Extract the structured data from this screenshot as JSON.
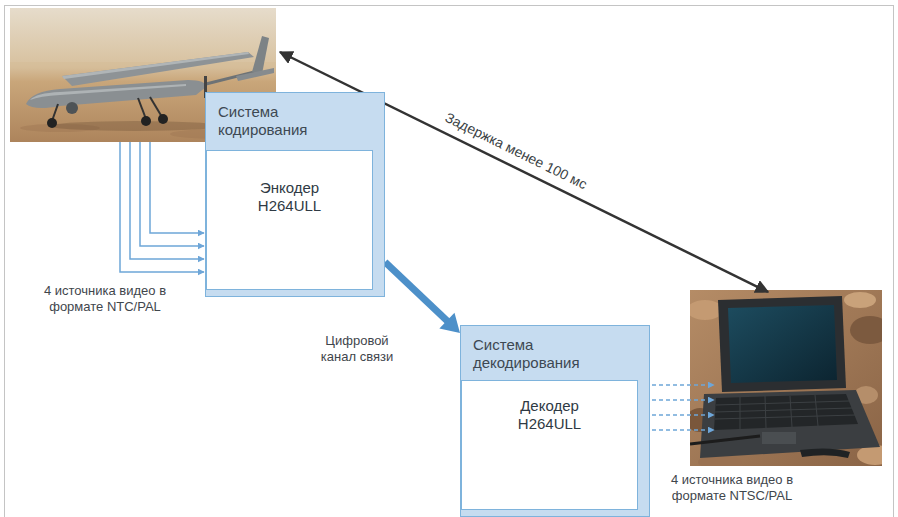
{
  "diagram": {
    "nodes": [
      {
        "text": [
          "Система кодирования"
        ]
      },
      {
        "text": [
          "Энкодер H264ULL"
        ],
        "in": 0
      },
      {
        "text": [
          "Система декодирования"
        ]
      },
      {
        "text": [
          "Декодер H264ULL"
        ],
        "in": 2
      }
    ],
    "edges": [
      {
        "from": 0,
        "to": 2,
        "arrow": "to",
        "label": "Цифровой канал связи"
      }
    ],
    "labels": [
      "4 источника видео в формате NTC/PAL",
      "Задержка менее 100 мс",
      "4 источника видео в формате NTSC/PAL"
    ]
  }
}
